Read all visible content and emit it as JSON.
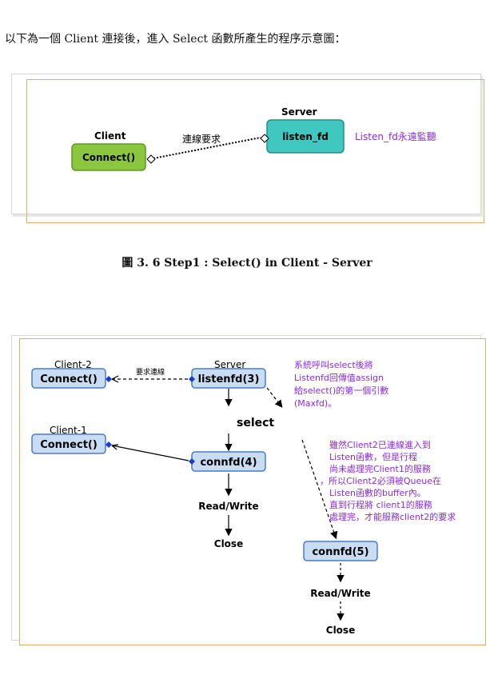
{
  "intro_text": "以下為一個 Client 連接後，進入 Select 函數所產生的程序示意圖：",
  "figure1": {
    "client_label": "Client",
    "client_box": "Connect()",
    "server_label": "Server",
    "server_box": "listen_fd",
    "arrow_label": "連線要求",
    "note": "Listen_fd永遠監聽",
    "colors": {
      "client_box": "#8cc63f",
      "server_box": "#40c8c0",
      "note": "#8a2be2"
    }
  },
  "caption1": "圖 3. 6    Step1 : Select() in Client - Server",
  "figure2": {
    "client2_label": "Client-2",
    "client2_box": "Connect()",
    "client1_label": "Client-1",
    "client1_box": "Connect()",
    "server_label": "Server",
    "listenfd_box": "listenfd(3)",
    "request_label": "要求連線",
    "select_label": "select",
    "connfd4_box": "connfd(4)",
    "rw1": "Read/Write",
    "close1": "Close",
    "connfd5_box": "connfd(5)",
    "rw2": "Read/Write",
    "close2": "Close",
    "note_top": [
      "系統呼叫select後將",
      "Listenfd回傳值assign",
      "給select()的第一個引數",
      "(Maxfd)。"
    ],
    "note_mid": [
      "雖然Client2已連線進入到",
      "Listen函數，但是行程",
      "尚未處理完Client1的服務",
      "，所以Client2必須被Queue在",
      "Listen函數的buffer內。",
      "直到行程將 client1的服務",
      "處理完，才能服務client2的要求"
    ],
    "colors": {
      "box_fill": "#c8dcf4",
      "box_stroke": "#4a7cc0",
      "note": "#8a2be2"
    }
  }
}
